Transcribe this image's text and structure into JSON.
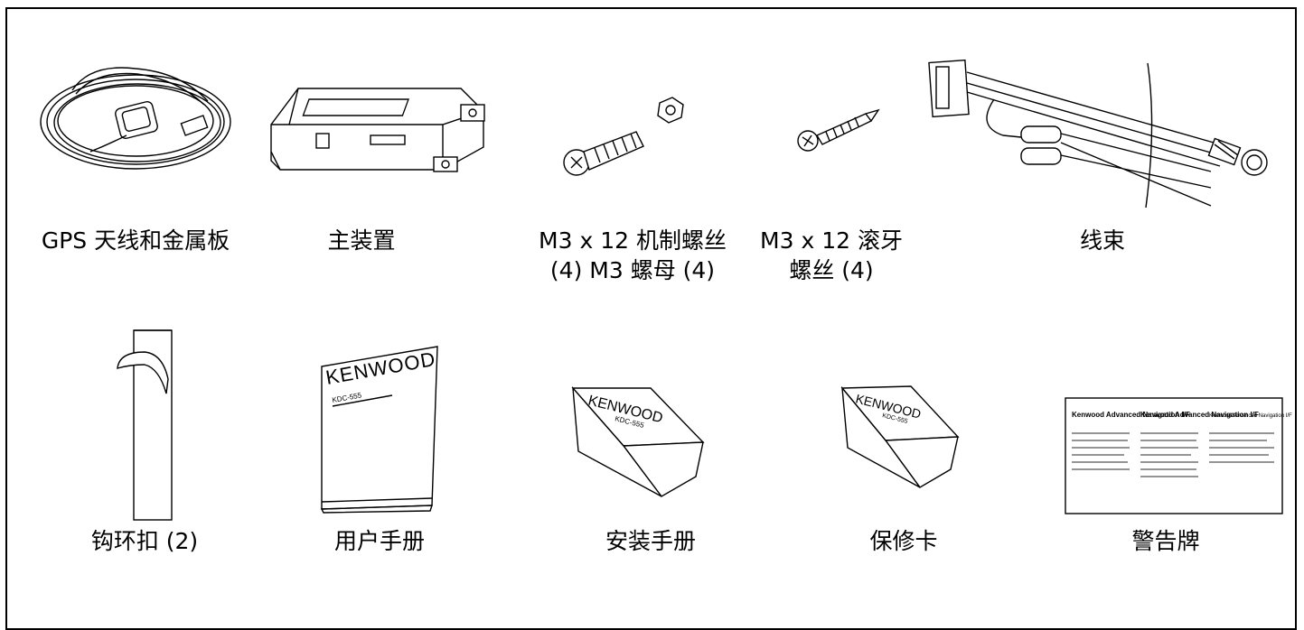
{
  "items": [
    {
      "name": "gps-antenna",
      "caption_lines": [
        "GPS 天线和金属板"
      ],
      "icon": "gps-antenna-icon"
    },
    {
      "name": "main-unit",
      "caption_lines": [
        "主装置"
      ],
      "icon": "main-unit-icon"
    },
    {
      "name": "m3-screw-nut",
      "caption_lines": [
        "M3 x 12 机制螺丝",
        "(4) M3 螺母 (4)"
      ],
      "icon": "machine-screw-icon"
    },
    {
      "name": "tapping-screw",
      "caption_lines": [
        "M3 x 12 滚牙",
        "螺丝 (4)"
      ],
      "icon": "tapping-screw-icon"
    },
    {
      "name": "wiring-harness",
      "caption_lines": [
        "线束"
      ],
      "icon": "wiring-harness-icon"
    },
    {
      "name": "hook-loop-fastener",
      "caption_lines": [
        "钩环扣 (2)"
      ],
      "icon": "hook-loop-icon"
    },
    {
      "name": "user-manual",
      "caption_lines": [
        "用户手册"
      ],
      "icon": "manual-icon"
    },
    {
      "name": "installation-manual",
      "caption_lines": [
        "安装手册"
      ],
      "icon": "folded-manual-icon"
    },
    {
      "name": "warranty-card",
      "caption_lines": [
        "保修卡"
      ],
      "icon": "folded-card-icon"
    },
    {
      "name": "warning-label",
      "caption_lines": [
        "警告牌"
      ],
      "icon": "warning-label-icon"
    }
  ],
  "printed": {
    "brand": "KENWOOD",
    "model": "KDC-555",
    "label_col1_title": "Kenwood Advanced Navigation I/F",
    "label_col2_title": "Kenwood Advanced Navigation I/F",
    "label_col3_title": "Kenwood Advanced Navigation I/F"
  }
}
